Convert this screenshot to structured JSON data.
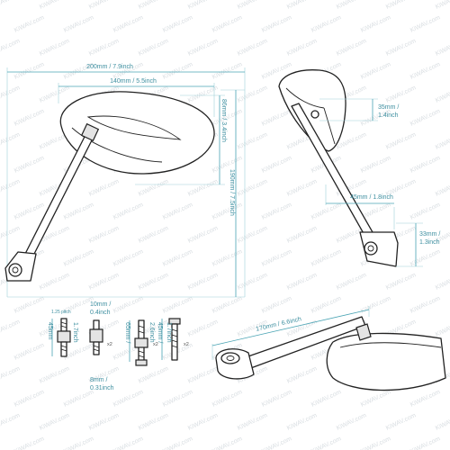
{
  "watermark": "KiWAV.com",
  "front_view": {
    "overall_width": "200mm / 7.9inch",
    "glass_width": "140mm / 5.5inch",
    "glass_height": "86mm / 3.4inch",
    "overall_height": "190mm / 7.5inch"
  },
  "side_view": {
    "bolt_offset": [
      "35mm /",
      "1.4inch"
    ],
    "arm_offset": "45mm / 1.8inch",
    "base_height": [
      "33mm /",
      "1.3inch"
    ]
  },
  "hardware": {
    "stud_pitch": "1.25 pitch",
    "stud_left": {
      "length_a": "45mm",
      "length_b": "1.7inch"
    },
    "adapter": {
      "top_a": "10mm /",
      "top_b": "0.4inch",
      "bottom_a": "8mm /",
      "bottom_b": "0.31inch",
      "qty": "x2"
    },
    "long_bolt": {
      "length_a": "65mm /",
      "length_b": "2.6inch",
      "qty": "x2"
    },
    "bolt_right": {
      "length_a": "45mm /",
      "length_b": "1.7inch",
      "qty": "x2"
    }
  },
  "bottom_view": {
    "arm_length": "170mm / 6.6inch"
  }
}
